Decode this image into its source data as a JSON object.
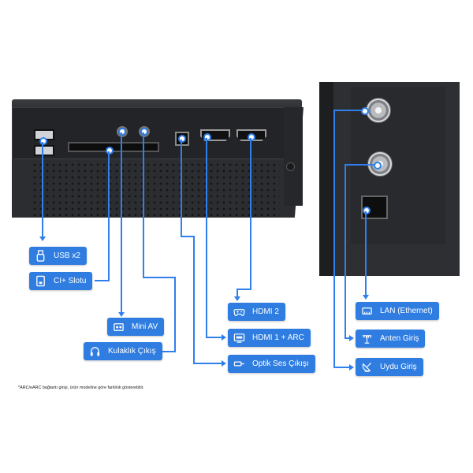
{
  "labels": {
    "usb": "USB x2",
    "ci": "CI+ Slotu",
    "mini_av": "Mini AV",
    "headphone": "Kulaklık Çıkış",
    "hdmi2": "HDMI 2",
    "hdmi1": "HDMI 1 + ARC",
    "optical": "Optik Ses Çıkışı",
    "lan": "LAN (Ethernet)",
    "antenna": "Anten Giriş",
    "satellite": "Uydu Giriş"
  },
  "footnote": "*ARC/eARC bağlantı girişi, ürün modeline göre farklılık gösterebilir.",
  "colors": {
    "accent": "#2f7de1",
    "line": "#2f80ed",
    "panel": "#2c2d30"
  },
  "icons": {
    "usb": "usb-stick-icon",
    "ci": "ci-card-icon",
    "mini_av": "mini-av-icon",
    "headphone": "headphones-icon",
    "hdmi2": "gamepad-icon",
    "hdmi1": "hdmi-tv-icon",
    "optical": "optical-cable-icon",
    "lan": "network-icon",
    "antenna": "antenna-icon",
    "satellite": "satellite-dish-icon"
  }
}
